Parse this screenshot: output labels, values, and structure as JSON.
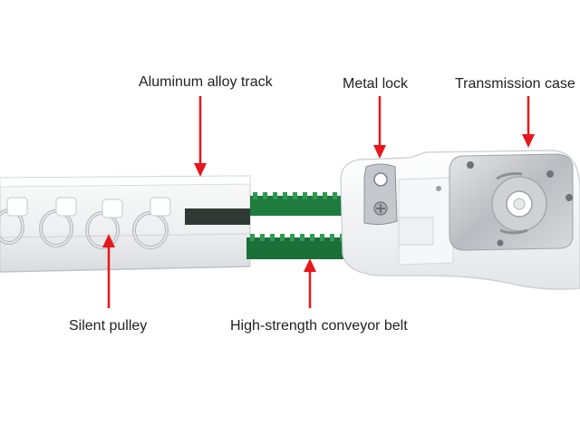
{
  "labels": {
    "track": "Aluminum alloy track",
    "lock": "Metal lock",
    "case": "Transmission case",
    "pulley": "Silent pulley",
    "belt": "High-strength conveyor belt"
  },
  "colors": {
    "arrow": "#e8171b",
    "belt": "#1e7a3d",
    "track": "#f4f5f6",
    "metal": "#c9cbce",
    "text": "#222222"
  }
}
